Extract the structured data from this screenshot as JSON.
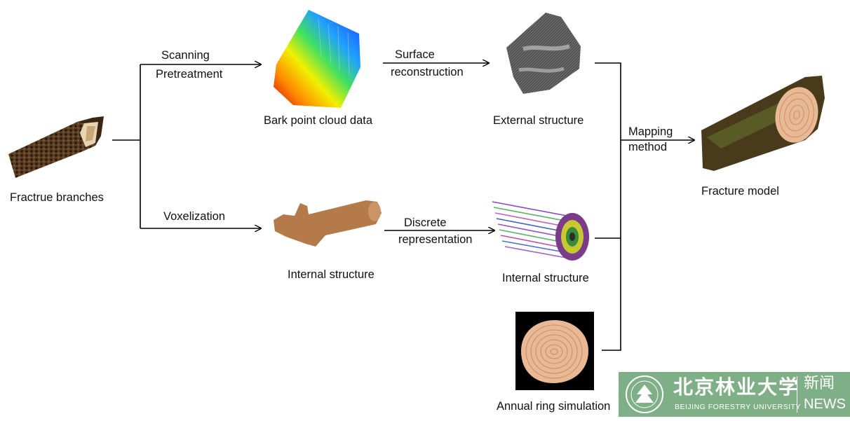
{
  "nodes": {
    "fracture_branches": "Fractrue branches",
    "bark_point_cloud": "Bark point cloud data",
    "external_structure": "External structure",
    "internal_structure_voxel": "Internal structure",
    "internal_structure_discrete": "Internal structure",
    "annual_ring": "Annual ring simulation",
    "fracture_model": "Fracture model"
  },
  "edges": {
    "scanning": "Scanning",
    "pretreatment": "Pretreatment",
    "surface": "Surface",
    "reconstruction": "reconstruction",
    "voxelization": "Voxelization",
    "discrete": "Discrete",
    "representation": "representation",
    "mapping": "Mapping",
    "method": "method"
  },
  "watermark": {
    "university_cn": "北京林业大学",
    "university_en": "BEIJING FORESTRY UNIVERSITY",
    "news_cn": "新闻",
    "news_en": "NEWS"
  },
  "colors": {
    "wood": "#b47a4a",
    "ring": "#e8b994",
    "badge": "#7faf86"
  }
}
